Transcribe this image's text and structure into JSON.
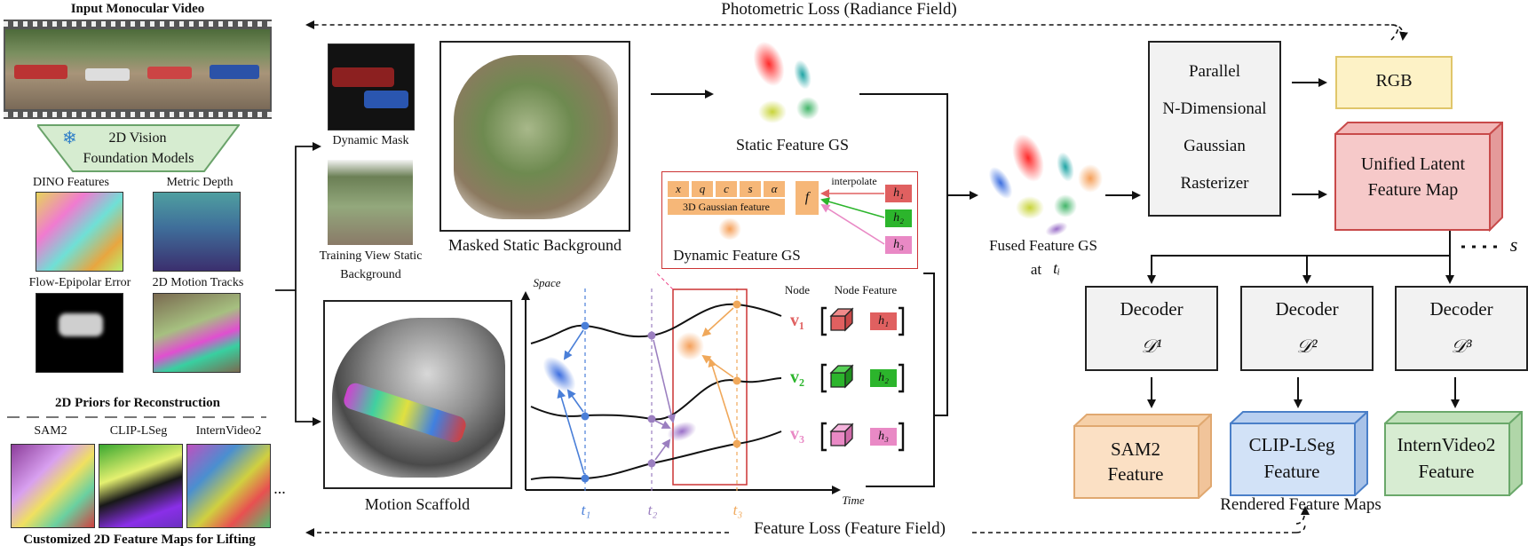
{
  "left": {
    "video_title": "Input Monocular Video",
    "foundation_line1": "2D Vision",
    "foundation_line2": "Foundation Models",
    "prior_labels": [
      "DINO Features",
      "Metric Depth",
      "Flow-Epipolar Error",
      "2D Motion Tracks"
    ],
    "priors_title": "2D Priors for Reconstruction",
    "feature_labels": [
      "SAM2",
      "CLIP-LSeg",
      "InternVideo2"
    ],
    "ellipsis": "...",
    "bottom_title": "Customized 2D Feature Maps for Lifting"
  },
  "middle": {
    "dynamic_mask": "Dynamic Mask",
    "training_view_1": "Training View Static",
    "training_view_2": "Background",
    "masked_static": "Masked Static Background",
    "static_gs": "Static Feature GS",
    "motion_scaffold": "Motion Scaffold"
  },
  "dynamic_panel": {
    "attrs": [
      "x",
      "q",
      "c",
      "s",
      "α"
    ],
    "gaussian_feature": "3D Gaussian feature",
    "f": "f",
    "interpolate": "interpolate",
    "h": [
      "h₁",
      "h₂",
      "h₃"
    ],
    "title": "Dynamic Feature GS"
  },
  "scaffold_plot": {
    "space": "Space",
    "time": "Time",
    "node": "Node",
    "node_feature": "Node Feature",
    "nodes": [
      "v₁",
      "v₂",
      "v₃"
    ],
    "times": [
      "t₁",
      "t₂",
      "t₃"
    ]
  },
  "fused": {
    "line1": "Fused Feature GS",
    "line2": "at",
    "ti": "tᵢ"
  },
  "rasterizer": [
    "Parallel",
    "N-Dimensional",
    "Gaussian",
    "Rasterizer"
  ],
  "outputs": {
    "rgb": "RGB",
    "latent1": "Unified Latent",
    "latent2": "Feature Map",
    "s": "s"
  },
  "decoders": [
    {
      "label": "Decoder",
      "symbol": "𝒟¹"
    },
    {
      "label": "Decoder",
      "symbol": "𝒟²"
    },
    {
      "label": "Decoder",
      "symbol": "𝒟³"
    }
  ],
  "features": [
    {
      "l1": "SAM2",
      "l2": "Feature"
    },
    {
      "l1": "CLIP-LSeg",
      "l2": "Feature"
    },
    {
      "l1": "InternVideo2",
      "l2": "Feature"
    }
  ],
  "rendered_maps": "Rendered Feature Maps",
  "losses": {
    "photometric": "Photometric Loss (Radiance Field)",
    "feature": "Feature Loss (Feature Field)"
  },
  "colors": {
    "red": "#e06060",
    "green": "#2cb52c",
    "pink": "#e989c5",
    "orange": "#f6b778",
    "blue": "#4a7fd8",
    "purple": "#9b7fc0",
    "rgb_fill": "#fdf2c6",
    "latent_fill": "#f6c9c9",
    "sam_fill": "#fbe0c4",
    "clip_fill": "#d2e2f7",
    "intern_fill": "#d7ecd2"
  }
}
